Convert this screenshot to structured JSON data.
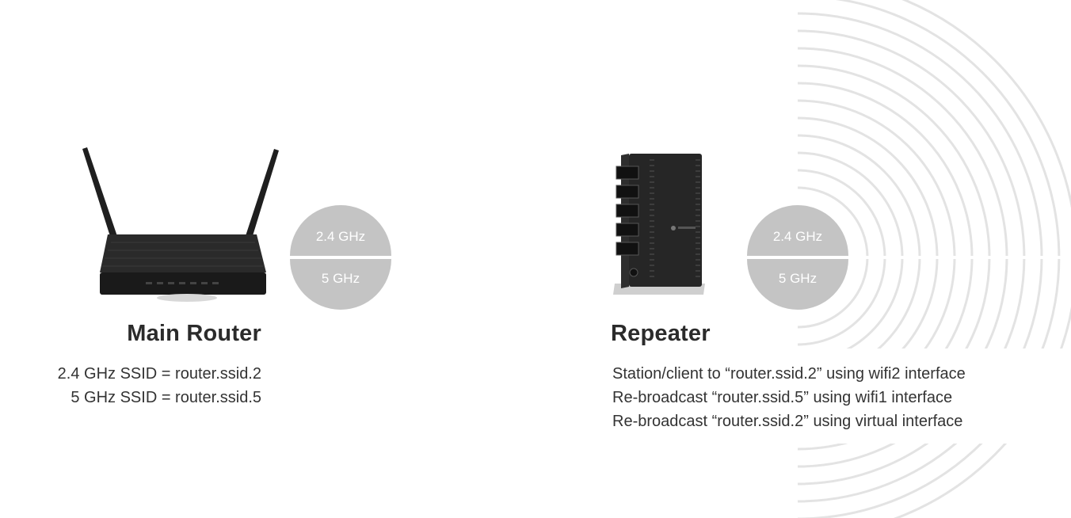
{
  "main_router": {
    "title": "Main Router",
    "lines": [
      "2.4 GHz SSID = router.ssid.2",
      "5 GHz SSID = router.ssid.5"
    ],
    "bands": {
      "upper": "2.4 GHz",
      "lower": "5 GHz"
    }
  },
  "repeater": {
    "title": "Repeater",
    "lines": [
      "Station/client to “router.ssid.2” using wifi2 interface",
      "Re-broadcast “router.ssid.5” using wifi1 interface",
      "Re-broadcast “router.ssid.2” using virtual interface"
    ],
    "bands": {
      "upper": "2.4 GHz",
      "lower": "5 GHz"
    }
  },
  "colors": {
    "wave": "#e3e3e3",
    "badge": "#c4c4c4",
    "device": "#222222"
  }
}
